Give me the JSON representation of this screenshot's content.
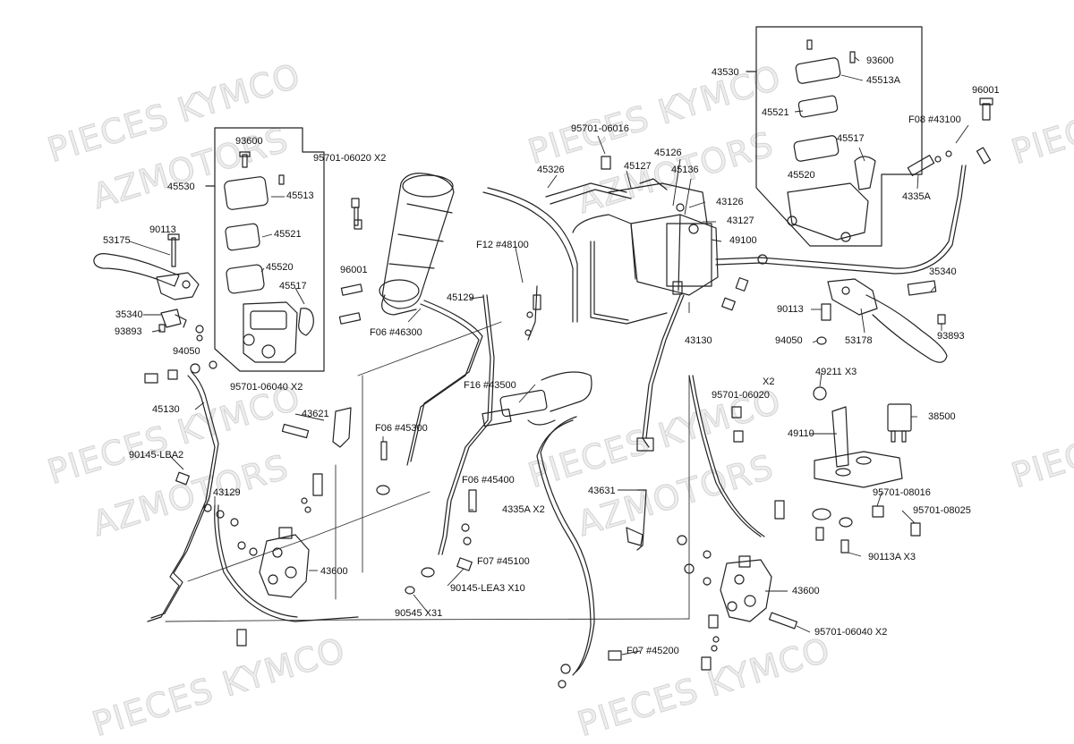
{
  "watermark": {
    "line1": "PIECES KYMCO",
    "line2": "AZMOTORS",
    "line3": "PIECES"
  },
  "labels": {
    "p93600_left": "93600",
    "p95701_06020_x2_top": "95701-06020 X2",
    "p45530": "45530",
    "p45513": "45513",
    "p45521_left": "45521",
    "p45520_left": "45520",
    "p45517_left": "45517",
    "p96001_left": "96001",
    "p90113_left": "90113",
    "p53175": "53175",
    "p35340_left": "35340",
    "p93893_left": "93893",
    "p94050_left": "94050",
    "p95701_06040_x2_left": "95701-06040 X2",
    "p45130": "45130",
    "p90145_lba2": "90145-LBA2",
    "p43129": "43129",
    "p43621": "43621",
    "p43600_left": "43600",
    "p90545_x31": "90545   X31",
    "p90145_lea3_x10": "90145-LEA3 X10",
    "pF07_45100": "F07 #45100",
    "p4335A_x2": "4335A  X2",
    "pF06_45400": "F06 #45400",
    "pF06_45300": "F06 #45300",
    "pF16_43500": "F16 #43500",
    "pF06_46300": "F06 #46300",
    "p45129": "45129",
    "pF12_48100": "F12 #48100",
    "p45326": "45326",
    "p95701_06016": "95701-06016",
    "p45127": "45127",
    "p45126": "45126",
    "p45136": "45136",
    "p43126": "43126",
    "p43127": "43127",
    "p49100": "49100",
    "p43130": "43130",
    "p43530": "43530",
    "p93600_right": "93600",
    "p45513A": "45513A",
    "p45521_right": "45521",
    "p45517_right": "45517",
    "p45520_right": "45520",
    "p96001_right": "96001",
    "pF08_43100": "F08 #43100",
    "p4335A_right": "4335A",
    "p35340_right": "35340",
    "p90113_right": "90113",
    "p53178": "53178",
    "p94050_right": "94050",
    "p93893_right": "93893",
    "p49211_x3": "49211   X3",
    "p95701_06020_x2_right_x2": "X2",
    "p95701_06020_right": "95701-06020",
    "p49110": "49110",
    "p38500": "38500",
    "p95701_08016": "95701-08016",
    "p95701_08025": "95701-08025",
    "p90113A_x3": "90113A    X3",
    "p43631": "43631",
    "p43600_right": "43600",
    "p95701_06040_x2_right": "95701-06040 X2",
    "pF07_45200": "F07 #45200"
  }
}
